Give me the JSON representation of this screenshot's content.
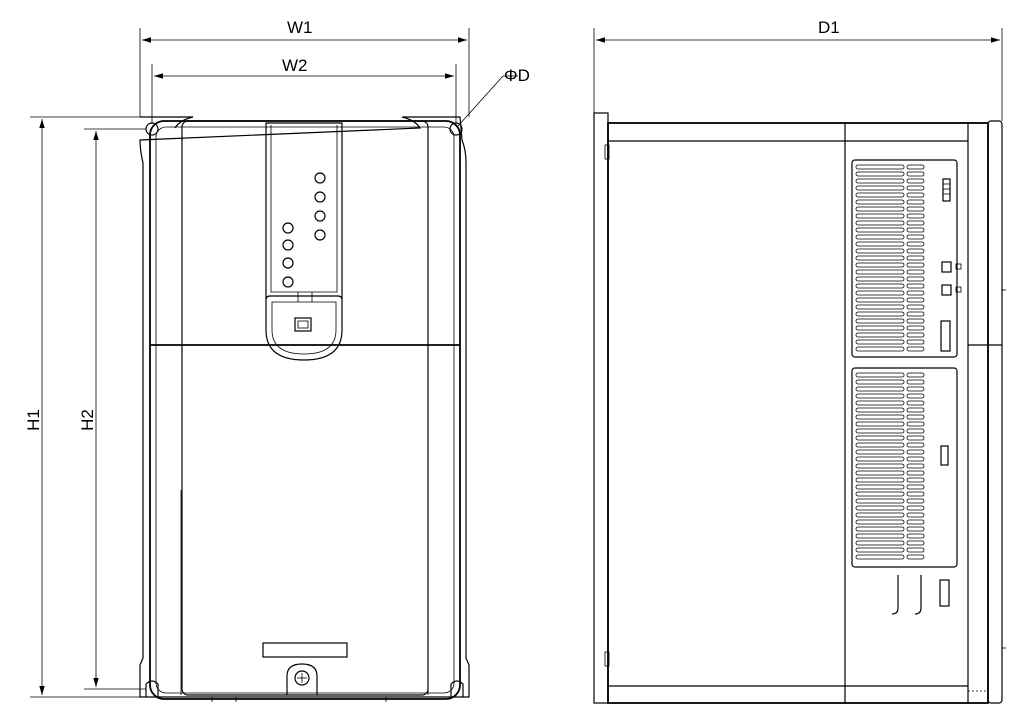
{
  "labels": {
    "w1": "W1",
    "w2": "W2",
    "phi_d": "ΦD",
    "h1": "H1",
    "h2": "H2",
    "d1": "D1"
  },
  "colors": {
    "line": "#000000",
    "background": "#ffffff"
  }
}
